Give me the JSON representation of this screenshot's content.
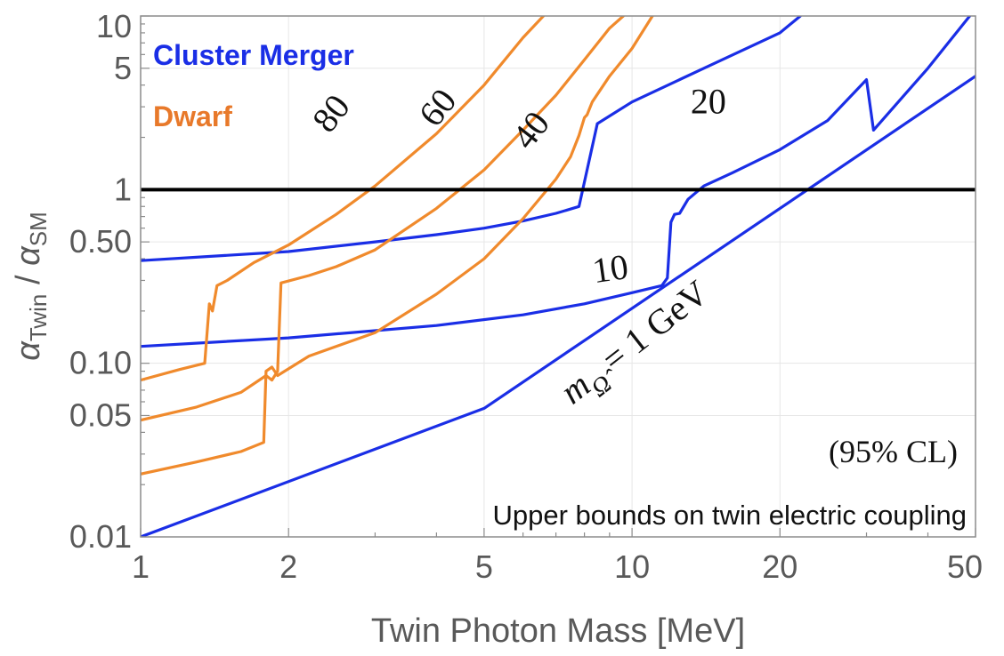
{
  "chart_data": {
    "type": "line",
    "title": "",
    "xlabel": "Twin Photon Mass [MeV]",
    "ylabel": {
      "main": "α",
      "sub1": "Twin",
      "sep": " / ",
      "main2": "α",
      "sub2": "SM"
    },
    "xscale": "log",
    "yscale": "log",
    "xlim": [
      1,
      50
    ],
    "ylim": [
      0.01,
      10
    ],
    "xticks": [
      1,
      2,
      5,
      10,
      20,
      50
    ],
    "xtick_labels": [
      "1",
      "2",
      "5",
      "10",
      "20",
      "50"
    ],
    "yticks": [
      0.01,
      0.05,
      0.1,
      0.5,
      1,
      5,
      10
    ],
    "ytick_labels": [
      "0.01",
      "0.05",
      "0.10",
      "0.50",
      "1",
      "5",
      "10"
    ],
    "grid": true,
    "colors": {
      "cluster": "#1a2ee6",
      "dwarf": "#f08a2c",
      "reference": "#000000"
    },
    "legend": [
      {
        "label": "Cluster Merger",
        "color": "#1a2ee6"
      },
      {
        "label": "Dwarf",
        "color": "#e8792a"
      }
    ],
    "reference_line": {
      "y": 1
    },
    "series": [
      {
        "group": "cluster",
        "label": "m_Ω̂ = 1 GeV",
        "label_parts": {
          "m": "m",
          "sub": "Ω̂",
          "rest": "= 1 GeV"
        },
        "points": [
          [
            1,
            0.01
          ],
          [
            5,
            0.055
          ],
          [
            50,
            4.5
          ]
        ]
      },
      {
        "group": "cluster",
        "label": "10",
        "points": [
          [
            1,
            0.125
          ],
          [
            2,
            0.14
          ],
          [
            4,
            0.165
          ],
          [
            6,
            0.19
          ],
          [
            8,
            0.22
          ],
          [
            10,
            0.255
          ],
          [
            11.5,
            0.28
          ],
          [
            11.8,
            0.31
          ],
          [
            12,
            0.65
          ],
          [
            12.2,
            0.72
          ],
          [
            12.5,
            0.73
          ],
          [
            13,
            0.88
          ],
          [
            14,
            1.05
          ],
          [
            16,
            1.25
          ],
          [
            20,
            1.7
          ],
          [
            25,
            2.5
          ],
          [
            30,
            4.3
          ],
          [
            31,
            2.2
          ],
          [
            40,
            5.0
          ],
          [
            50,
            11
          ]
        ]
      },
      {
        "group": "cluster",
        "label": "20",
        "points": [
          [
            1,
            0.39
          ],
          [
            2,
            0.44
          ],
          [
            3,
            0.5
          ],
          [
            4,
            0.55
          ],
          [
            5,
            0.6
          ],
          [
            6,
            0.66
          ],
          [
            7,
            0.73
          ],
          [
            7.8,
            0.8
          ],
          [
            8.5,
            2.4
          ],
          [
            10,
            3.2
          ],
          [
            14,
            5.0
          ],
          [
            20,
            8.0
          ],
          [
            22,
            10
          ]
        ]
      },
      {
        "group": "dwarf",
        "label": "80",
        "points": [
          [
            1,
            0.08
          ],
          [
            1.2,
            0.092
          ],
          [
            1.35,
            0.1
          ],
          [
            1.38,
            0.22
          ],
          [
            1.4,
            0.2
          ],
          [
            1.43,
            0.28
          ],
          [
            1.5,
            0.3
          ],
          [
            1.7,
            0.38
          ],
          [
            2,
            0.48
          ],
          [
            2.5,
            0.72
          ],
          [
            3,
            1.05
          ],
          [
            4,
            2.1
          ],
          [
            5,
            4.0
          ],
          [
            6,
            7.5
          ],
          [
            6.6,
            10
          ]
        ]
      },
      {
        "group": "dwarf",
        "label": "60",
        "points": [
          [
            1,
            0.047
          ],
          [
            1.3,
            0.056
          ],
          [
            1.6,
            0.068
          ],
          [
            1.8,
            0.085
          ],
          [
            1.85,
            0.08
          ],
          [
            1.9,
            0.09
          ],
          [
            1.93,
            0.29
          ],
          [
            2.2,
            0.32
          ],
          [
            2.5,
            0.36
          ],
          [
            3,
            0.45
          ],
          [
            4,
            0.78
          ],
          [
            5,
            1.3
          ],
          [
            6,
            2.2
          ],
          [
            7,
            3.5
          ],
          [
            8,
            5.6
          ],
          [
            9,
            8.5
          ],
          [
            9.6,
            10
          ]
        ]
      },
      {
        "group": "dwarf",
        "label": "40",
        "points": [
          [
            1,
            0.023
          ],
          [
            1.3,
            0.027
          ],
          [
            1.6,
            0.031
          ],
          [
            1.78,
            0.035
          ],
          [
            1.8,
            0.09
          ],
          [
            1.85,
            0.095
          ],
          [
            1.9,
            0.085
          ],
          [
            2.2,
            0.11
          ],
          [
            2.6,
            0.13
          ],
          [
            3,
            0.15
          ],
          [
            4,
            0.25
          ],
          [
            5,
            0.4
          ],
          [
            6,
            0.68
          ],
          [
            7,
            1.15
          ],
          [
            7.5,
            1.55
          ],
          [
            7.8,
            2.05
          ],
          [
            8,
            2.6
          ],
          [
            8.1,
            2.7
          ],
          [
            8.3,
            3.2
          ],
          [
            9,
            4.5
          ],
          [
            10,
            6.5
          ],
          [
            11,
            10
          ]
        ]
      }
    ],
    "annotations": [
      {
        "text": "80",
        "x": 2.55,
        "y": 2.5,
        "rotate": -52
      },
      {
        "text": "60",
        "x": 4.2,
        "y": 2.7,
        "rotate": -52
      },
      {
        "text": "40",
        "x": 6.5,
        "y": 2.0,
        "rotate": -52
      },
      {
        "text": "20",
        "x": 14.3,
        "y": 2.75,
        "rotate": 0
      },
      {
        "text": "10",
        "x": 9.1,
        "y": 0.3,
        "rotate": -8
      }
    ],
    "notes": {
      "cl": "(95% CL)",
      "caption": "Upper bounds on twin electric coupling"
    }
  }
}
